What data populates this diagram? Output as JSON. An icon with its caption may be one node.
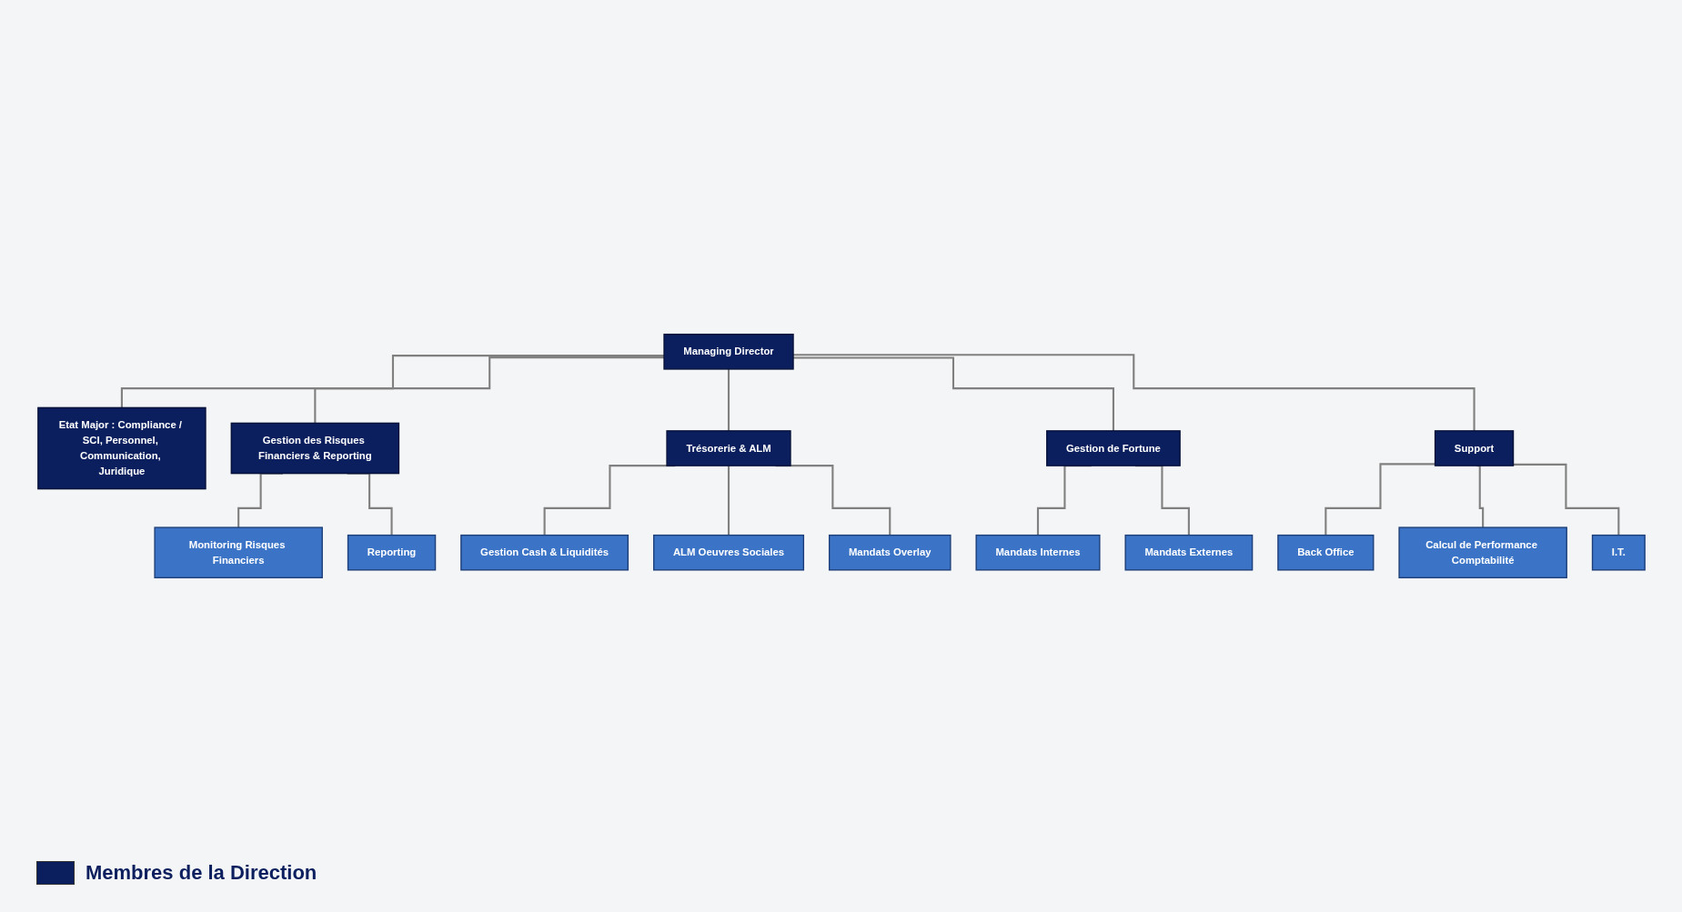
{
  "diagram": {
    "nodes": [
      {
        "text": [
          "Managing Director"
        ]
      },
      {
        "text": [
          "Etat Major : Compliance / SCI, Personnel, Communication, Juridique"
        ]
      },
      {
        "text": [
          "Gestion des Risques Financiers & Reporting"
        ]
      },
      {
        "text": [
          "Trésorerie & ALM"
        ]
      },
      {
        "text": [
          "Gestion de Fortune"
        ]
      },
      {
        "text": [
          "Support"
        ]
      },
      {
        "text": [
          "Monitoring Risques Financiers"
        ]
      },
      {
        "text": [
          "Reporting"
        ]
      },
      {
        "text": [
          "Gestion Cash & Liquidités"
        ]
      },
      {
        "text": [
          "ALM Oeuvres Sociales"
        ]
      },
      {
        "text": [
          "Mandats Overlay"
        ]
      },
      {
        "text": [
          "Mandats Internes"
        ]
      },
      {
        "text": [
          "Mandats Externes"
        ]
      },
      {
        "text": [
          "Back Office"
        ]
      },
      {
        "text": [
          "Calcul de Performance Comptabilité"
        ]
      },
      {
        "text": [
          "I.T."
        ]
      }
    ],
    "edges": [
      {
        "from": 0,
        "to": 1,
        "arrow": "none"
      },
      {
        "from": 0,
        "to": 2,
        "arrow": "none"
      },
      {
        "from": 0,
        "to": 3,
        "arrow": "none"
      },
      {
        "from": 0,
        "to": 4,
        "arrow": "none"
      },
      {
        "from": 0,
        "to": 5,
        "arrow": "none"
      },
      {
        "from": 2,
        "to": 6,
        "arrow": "none"
      },
      {
        "from": 2,
        "to": 7,
        "arrow": "none"
      },
      {
        "from": 3,
        "to": 8,
        "arrow": "none"
      },
      {
        "from": 3,
        "to": 9,
        "arrow": "none"
      },
      {
        "from": 3,
        "to": 10,
        "arrow": "none"
      },
      {
        "from": 4,
        "to": 11,
        "arrow": "none"
      },
      {
        "from": 4,
        "to": 12,
        "arrow": "none"
      },
      {
        "from": 5,
        "to": 13,
        "arrow": "none"
      },
      {
        "from": 5,
        "to": 14,
        "arrow": "none"
      },
      {
        "from": 5,
        "to": 15,
        "arrow": "none"
      }
    ],
    "legend": [
      {
        "text": "Membres de la Direction",
        "color": "#0b1f5e"
      }
    ]
  }
}
